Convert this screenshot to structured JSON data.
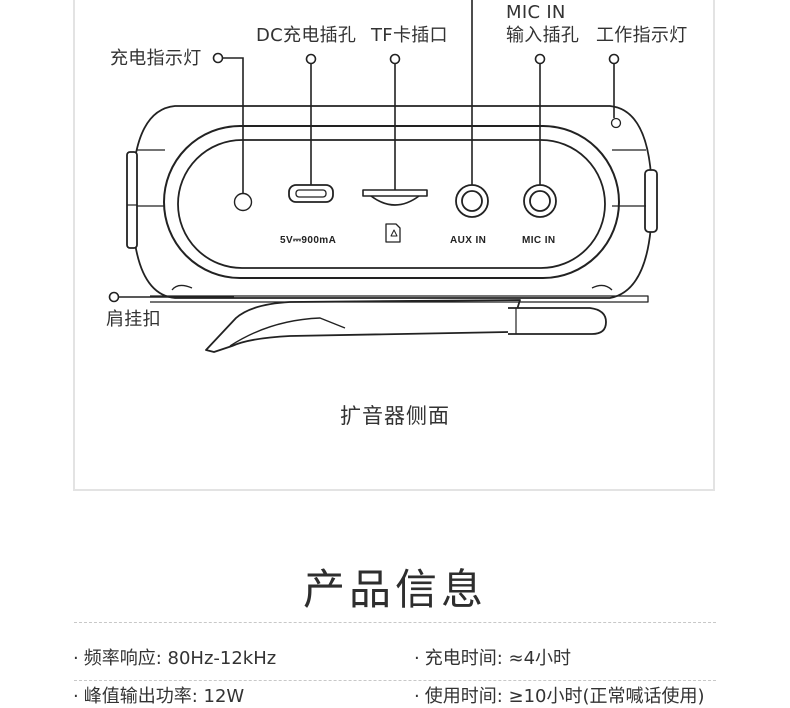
{
  "diagram": {
    "callouts": {
      "charging_indicator": "充电指示灯",
      "dc_charging_port": "DC充电插孔",
      "tf_card_slot": "TF卡插口",
      "mic_in_line1": "MIC IN",
      "mic_in_line2": "输入插孔",
      "work_indicator": "工作指示灯",
      "shoulder_clip": "肩挂扣"
    },
    "panel_labels": {
      "dc_spec": "5V⎓900mA",
      "aux": "AUX   IN",
      "mic": "MIC   IN"
    },
    "caption": "扩音器侧面"
  },
  "product_info": {
    "title": "产品信息",
    "specs": [
      {
        "bullet": "·",
        "label": "频率响应: 80Hz-12kHz"
      },
      {
        "bullet": "·",
        "label": "充电时间: ≈4小时"
      },
      {
        "bullet": "·",
        "label": "峰值输出功率: 12W"
      },
      {
        "bullet": "·",
        "label": "使用时间: ≥10小时(正常喊话使用)"
      }
    ]
  }
}
